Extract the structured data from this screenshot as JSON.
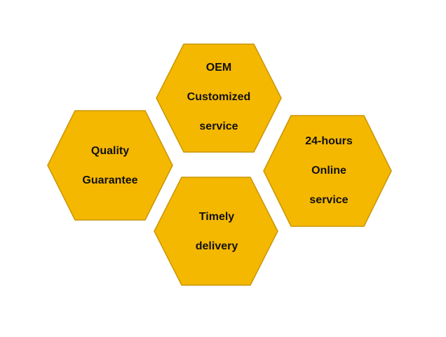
{
  "colors": {
    "hex_fill": "#F5B800",
    "hex_stroke": "#C99500",
    "text": "#111111",
    "background": "#FFFFFF"
  },
  "hexagons": [
    {
      "id": "oem",
      "lines": [
        "OEM",
        "Customized",
        "service"
      ]
    },
    {
      "id": "quality",
      "lines": [
        "Quality",
        "Guarantee"
      ]
    },
    {
      "id": "online",
      "lines": [
        "24-hours",
        "Online",
        "service"
      ]
    },
    {
      "id": "delivery",
      "lines": [
        "Timely",
        "delivery"
      ]
    }
  ]
}
